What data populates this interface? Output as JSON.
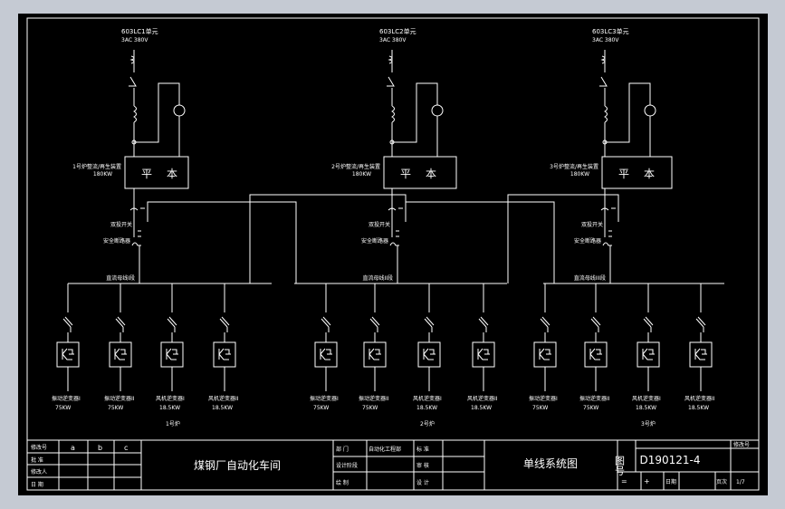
{
  "units": [
    {
      "name": "603LC1单元",
      "voltage": "3AC 380V",
      "device": "1号炉整流/再生装置",
      "power": "180KW",
      "bus": "直流母线I段",
      "furnace": "1号炉",
      "loads": [
        {
          "name": "振动逆变器I",
          "power": "75KW"
        },
        {
          "name": "振动逆变器II",
          "power": "75KW"
        },
        {
          "name": "风机逆变器I",
          "power": "18.5KW"
        },
        {
          "name": "风机逆变器II",
          "power": "18.5KW"
        }
      ]
    },
    {
      "name": "603LC2单元",
      "voltage": "3AC 380V",
      "device": "2号炉整流/再生装置",
      "power": "180KW",
      "bus": "直流母线II段",
      "furnace": "2号炉",
      "loads": [
        {
          "name": "振动逆变器I",
          "power": "75KW"
        },
        {
          "name": "振动逆变器II",
          "power": "75KW"
        },
        {
          "name": "风机逆变器I",
          "power": "18.5KW"
        },
        {
          "name": "风机逆变器II",
          "power": "18.5KW"
        }
      ]
    },
    {
      "name": "603LC3单元",
      "voltage": "3AC 380V",
      "device": "3号炉整流/再生装置",
      "power": "180KW",
      "bus": "直流母线III段",
      "furnace": "3号炉",
      "loads": [
        {
          "name": "振动逆变器I",
          "power": "75KW"
        },
        {
          "name": "振动逆变器II",
          "power": "75KW"
        },
        {
          "name": "风机逆变器I",
          "power": "18.5KW"
        },
        {
          "name": "风机逆变器II",
          "power": "18.5KW"
        }
      ]
    }
  ],
  "labels": {
    "transfer_switch": "双投开关",
    "safety_breaker": "安全断路器",
    "box_left": "平",
    "box_right": "本"
  },
  "title_block": {
    "rev_label": "修改号",
    "rev_a": "a",
    "rev_b": "b",
    "rev_c": "c",
    "approve": "批 准",
    "modifier": "修改人",
    "date": "日 期",
    "project": "煤钢厂自动化车间",
    "dept_label": "部 门",
    "dept_value": "自动化工程部",
    "design_stage": "设计阶段",
    "drawn": "绘 制",
    "standard": "标 准",
    "review": "审 核",
    "design": "设 计",
    "drawing_title": "单线系统图",
    "drawing_no_label": "图号",
    "drawing_no": "D190121-4",
    "rev_no_label": "修改号",
    "date_label": "日期",
    "page_label": "页次",
    "page": "1/7",
    "sym1": "=",
    "sym2": "+"
  }
}
